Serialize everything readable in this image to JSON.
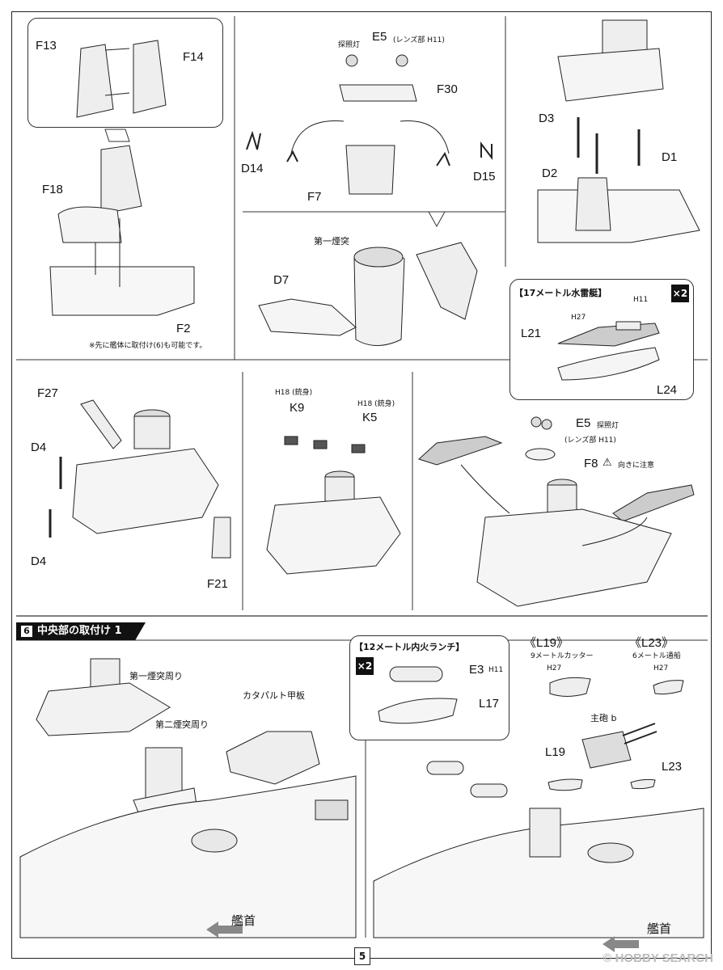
{
  "step": {
    "number": "6",
    "title": "中央部の取付け 1"
  },
  "page_number": "5",
  "watermark": "© HOBBY SEARCH",
  "panel1": {
    "labels": [
      "F13",
      "F14",
      "F18",
      "F2"
    ],
    "note": "※先に艦体に取付け(6)も可能です。"
  },
  "panel2": {
    "e5": "E5",
    "e5_note": "(レンズ部 H11)",
    "tanshoutou": "探照灯",
    "labels": [
      "F30",
      "D14",
      "D15",
      "F7"
    ]
  },
  "panel3": {
    "labels": [
      "D3",
      "D1",
      "D2"
    ]
  },
  "panel4": {
    "funnel": "第一煙突",
    "d7": "D7"
  },
  "panel5": {
    "title": "【17メートル水雷艇】",
    "count": "×2",
    "labels": [
      "H27",
      "H11",
      "L21",
      "L24"
    ]
  },
  "panel6": {
    "labels": [
      "F27",
      "D4",
      "D4",
      "F21"
    ]
  },
  "panel7": {
    "h18a": "H18 (銃身)",
    "h18b": "H18 (銃身)",
    "labels": [
      "K9",
      "K5"
    ]
  },
  "panel8": {
    "e5": "E5",
    "e5_note": "探照灯",
    "lens": "(レンズ部 H11)",
    "f8": "F8",
    "caution": "向きに注意"
  },
  "panel9": {
    "labels": [
      "第一煙突周り",
      "第二煙突周り",
      "カタパルト甲板"
    ],
    "bow": "艦首"
  },
  "panel10": {
    "title": "【12メートル内火ランチ】",
    "count": "×2",
    "labels": [
      "E3",
      "H11",
      "L17"
    ]
  },
  "panel11": {
    "l19_title": "《L19》",
    "l19_desc": "9メートルカッター",
    "l19_h": "H27",
    "l23_title": "《L23》",
    "l23_desc": "6メートル通船",
    "l23_h": "H27",
    "main_gun": "主砲 b",
    "labels": [
      "L19",
      "L23"
    ],
    "bow": "艦首"
  }
}
